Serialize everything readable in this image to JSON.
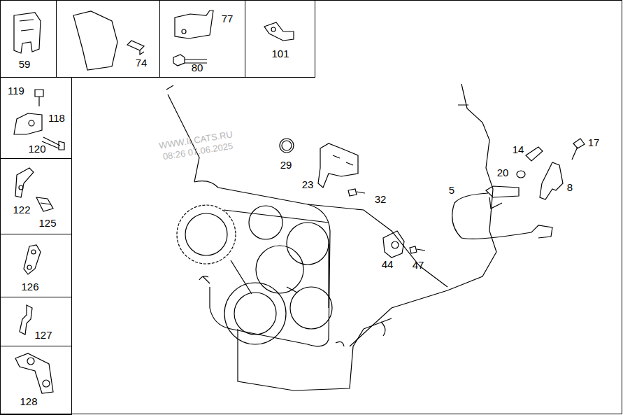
{
  "diagram": {
    "nodes": [
      {
        "text": [
          "59"
        ]
      },
      {
        "text": [
          "74"
        ]
      },
      {
        "text": [
          "77",
          "80"
        ]
      },
      {
        "text": [
          "101"
        ]
      },
      {
        "text": [
          "119",
          "118",
          "120"
        ]
      },
      {
        "text": [
          "122",
          "125"
        ]
      },
      {
        "text": [
          "126"
        ]
      },
      {
        "text": [
          "127"
        ]
      },
      {
        "text": [
          "128"
        ]
      }
    ],
    "labels": [
      "WWW.ILCATS.RU",
      "08:26 07.06.2025",
      "29",
      "23",
      "32",
      "14",
      "17",
      "20",
      "5",
      "8",
      "44",
      "47"
    ]
  }
}
